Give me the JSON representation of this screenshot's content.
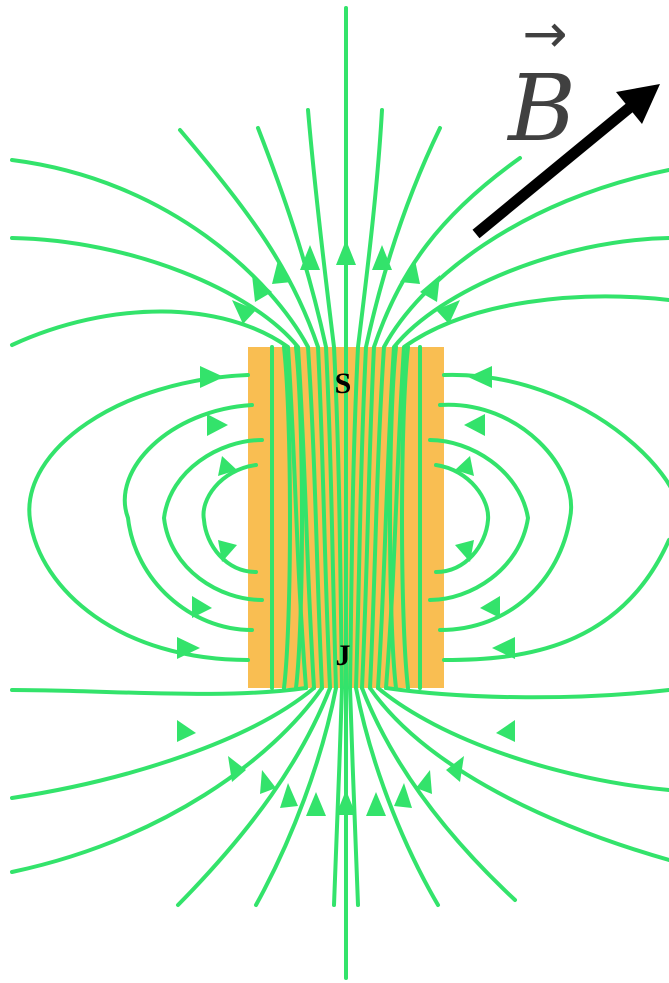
{
  "diagram": {
    "type": "bar-magnet-field-lines",
    "colors": {
      "field_lines": "#33e36b",
      "magnet": "#f9be52",
      "vector_arrow": "#000000",
      "vector_label": "#404040",
      "pole_label": "#000000",
      "background": "#ffffff"
    },
    "magnet": {
      "top_pole_label": "S",
      "bottom_pole_label": "J"
    },
    "vector": {
      "symbol": "B",
      "accent": "→",
      "direction": "up-right"
    }
  }
}
